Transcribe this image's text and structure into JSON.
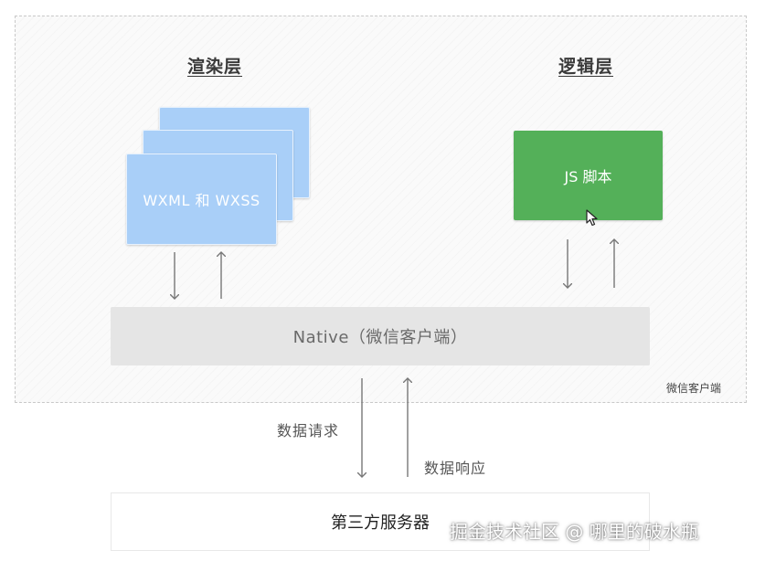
{
  "diagram": {
    "render_layer_title": "渲染层",
    "logic_layer_title": "逻辑层",
    "wxml_card_label": "WXML 和 WXSS",
    "js_card_label": "JS 脚本",
    "native_label": "Native（微信客户端）",
    "client_label": "微信客户端",
    "request_label": "数据请求",
    "response_label": "数据响应",
    "server_label": "第三方服务器",
    "watermark": "掘金技术社区 @ 哪里的破水瓶"
  },
  "colors": {
    "wxml_card": "#a9cff8",
    "js_card": "#54b059",
    "native_bar": "#e5e5e5",
    "arrow": "#777777"
  },
  "icons": [
    "arrow-down-icon",
    "arrow-up-icon",
    "mouse-cursor-icon"
  ]
}
